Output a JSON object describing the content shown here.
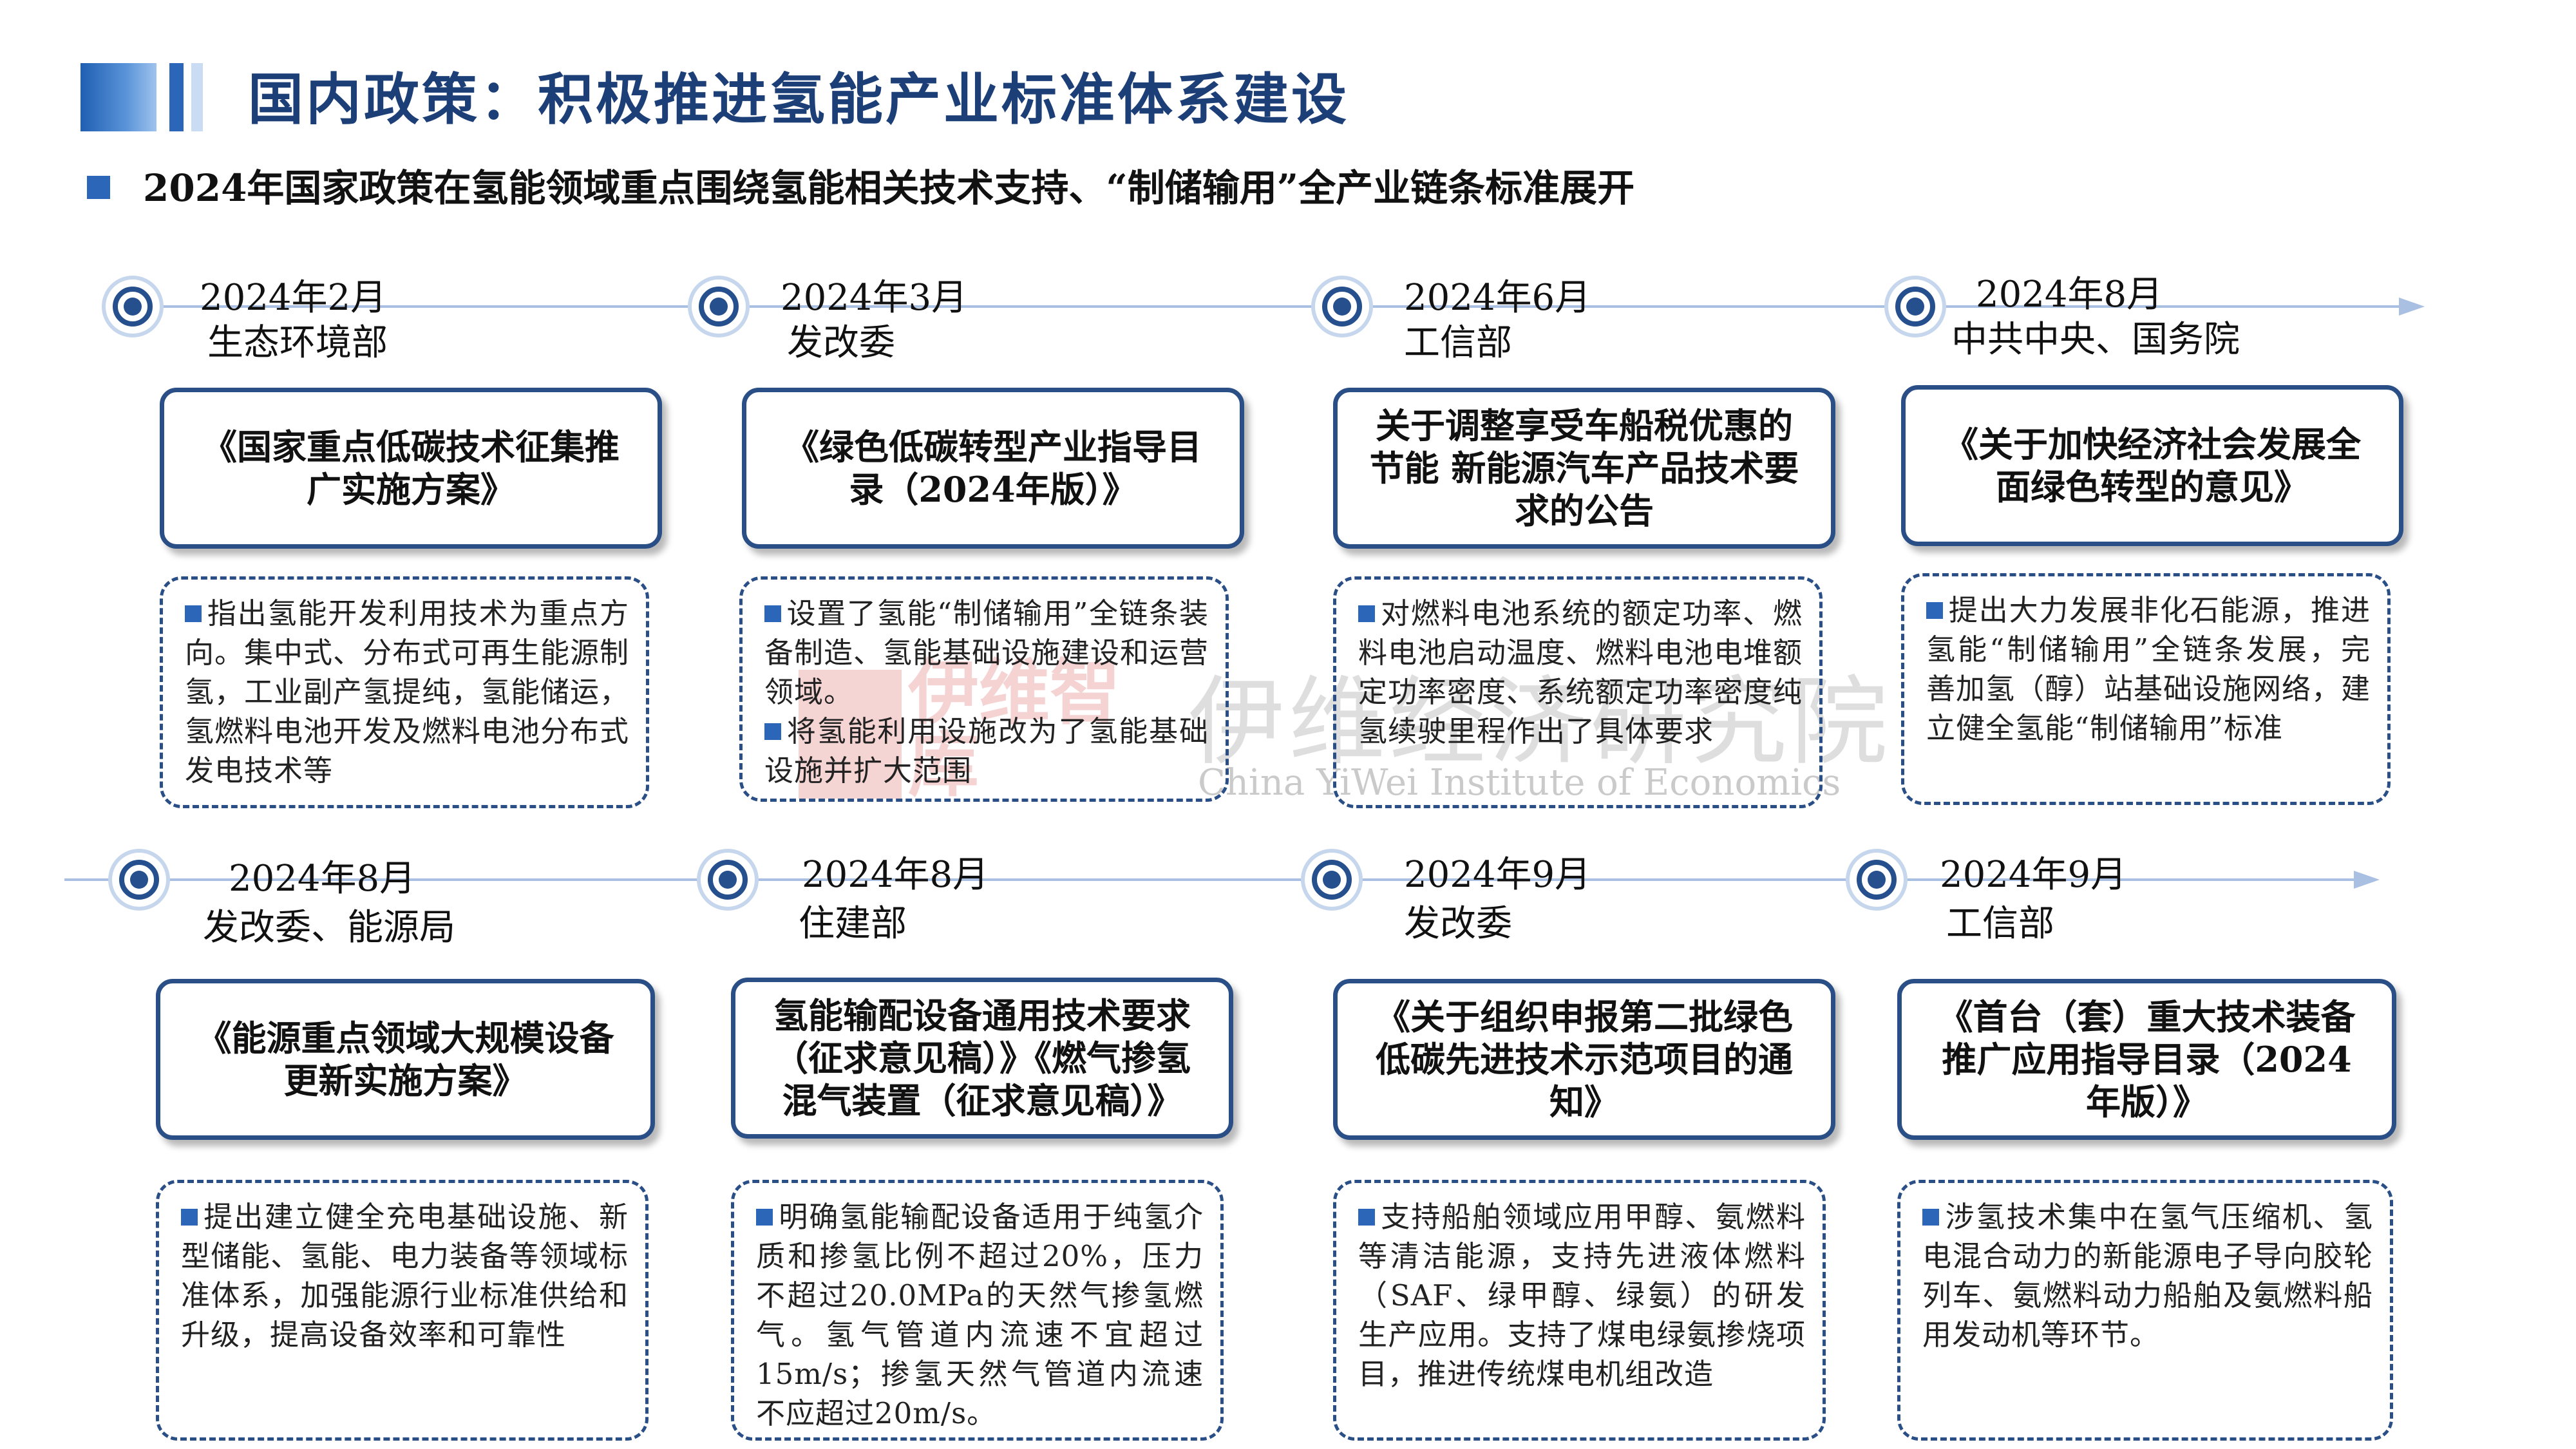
{
  "page_title": "国内政策：积极推进氢能产业标准体系建设",
  "subtitle": "2024年国家政策在氢能领域重点围绕氢能相关技术支持、“制储输用”全产业链条标准展开",
  "colors": {
    "accent": "#2b66b8",
    "title": "#1c3f78",
    "box_border": "#2a4f86",
    "timeline": "#a9c0e3"
  },
  "icons": {
    "timeline_node": "concentric-circle-icon",
    "timeline_end": "arrow-right-icon",
    "bullet": "blue-square-icon"
  },
  "watermark": {
    "logo_text": "伊维智库",
    "name_cn": "伊维经济研究院",
    "name_en": "China YiWei Institute of Economics"
  },
  "events": [
    {
      "date": "2024年2月",
      "dept": "生态环境部",
      "policy": "《国家重点低碳技术征集推广实施方案》",
      "points": [
        "指出氢能开发利用技术为重点方向。集中式、分布式可再生能源制氢，工业副产氢提纯，氢能储运，氢燃料电池开发及燃料电池分布式发电技术等"
      ]
    },
    {
      "date": "2024年3月",
      "dept": "发改委",
      "policy": "《绿色低碳转型产业指导目录（2024年版）》",
      "points": [
        "设置了氢能“制储输用”全链条装备制造、氢能基础设施建设和运营领域。",
        "将氢能利用设施改为了氢能基础设施并扩大范围"
      ]
    },
    {
      "date": "2024年6月",
      "dept": "工信部",
      "policy": "关于调整享受车船税优惠的节能 新能源汽车产品技术要求的公告",
      "points": [
        "对燃料电池系统的额定功率、燃料电池启动温度、燃料电池电堆额定功率密度、系统额定功率密度纯氢续驶里程作出了具体要求"
      ]
    },
    {
      "date": "2024年8月",
      "dept": "中共中央、国务院",
      "policy": "《关于加快经济社会发展全面绿色转型的意见》",
      "points": [
        "提出大力发展非化石能源，推进氢能“制储输用”全链条发展，完善加氢（醇）站基础设施网络，建立健全氢能“制储输用”标准"
      ]
    },
    {
      "date": "2024年8月",
      "dept": "发改委、能源局",
      "policy": "《能源重点领域大规模设备更新实施方案》",
      "points": [
        "提出建立健全充电基础设施、新型储能、氢能、电力装备等领域标准体系，加强能源行业标准供给和升级，提高设备效率和可靠性"
      ]
    },
    {
      "date": "2024年8月",
      "dept": "住建部",
      "policy": "氢能输配设备通用技术要求（征求意见稿）》《燃气掺氢混气装置（征求意见稿）》",
      "points": [
        "明确氢能输配设备适用于纯氢介质和掺氢比例不超过20%，压力不超过20.0MPa的天然气掺氢燃气。氢气管道内流速不宜超过15m/s；掺氢天然气管道内流速不应超过20m/s。"
      ]
    },
    {
      "date": "2024年9月",
      "dept": "发改委",
      "policy": "《关于组织申报第二批绿色低碳先进技术示范项目的通知》",
      "points": [
        "支持船舶领域应用甲醇、氨燃料等清洁能源，支持先进液体燃料（SAF、绿甲醇、绿氨）的研发生产应用。支持了煤电绿氨掺烧项目，推进传统煤电机组改造"
      ]
    },
    {
      "date": "2024年9月",
      "dept": "工信部",
      "policy": "《首台（套）重大技术装备推广应用指导目录（2024年版）》",
      "points": [
        "涉氢技术集中在氢气压缩机、氢电混合动力的新能源电子导向胶轮列车、氨燃料动力船舶及氨燃料船用发动机等环节。"
      ]
    }
  ]
}
